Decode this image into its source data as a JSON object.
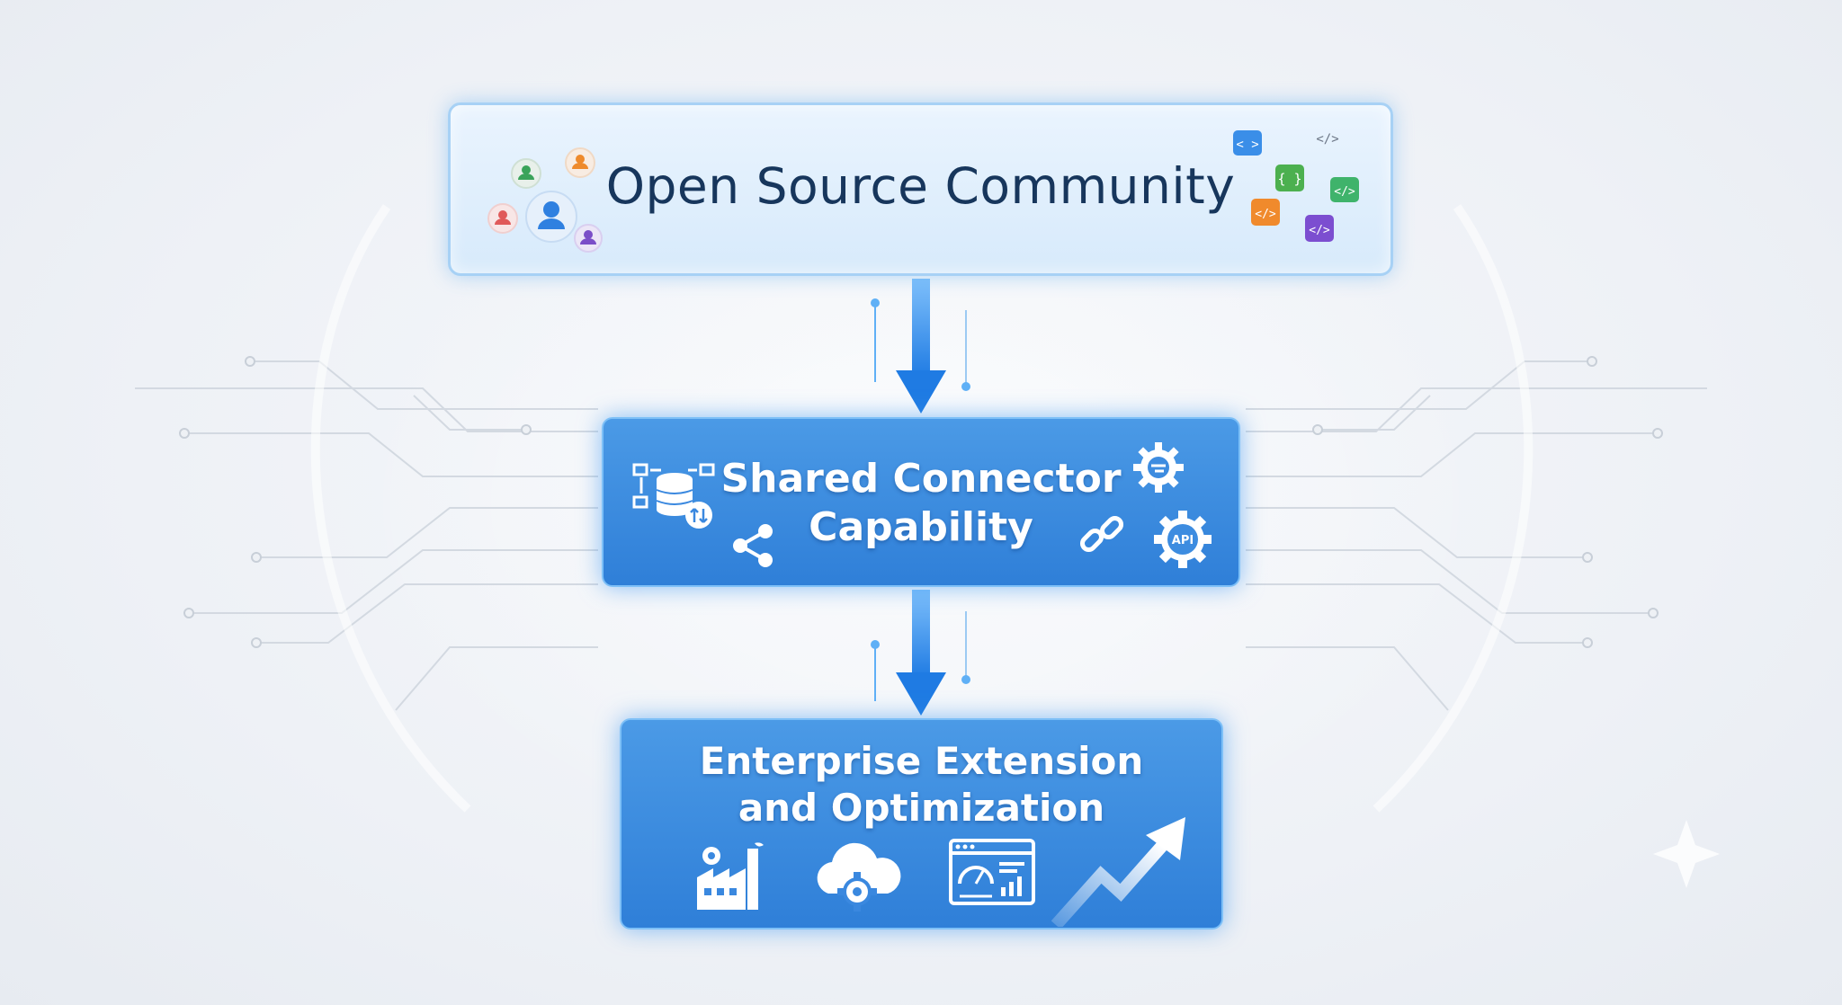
{
  "diagram": {
    "nodes": [
      {
        "id": "community",
        "label": "Open Source Community"
      },
      {
        "id": "connector",
        "label": "Shared Connector Capability"
      },
      {
        "id": "enterprise",
        "label": "Enterprise Extension and Optimization"
      }
    ],
    "edges": [
      {
        "from": "community",
        "to": "connector"
      },
      {
        "from": "connector",
        "to": "enterprise"
      }
    ]
  },
  "icons": {
    "community": [
      "users-group-icon",
      "code-brackets-icon",
      "curly-braces-icon",
      "code-tag-icon"
    ],
    "connector": [
      "database-sync-icon",
      "share-icon",
      "gear-icon",
      "link-icon",
      "api-gear-icon"
    ],
    "enterprise": [
      "factory-icon",
      "cloud-gear-icon",
      "dashboard-window-icon",
      "trend-up-arrow-icon"
    ]
  },
  "api_badge": "API",
  "colors": {
    "accent": "#2f7fd8",
    "arrow": "#1f7be3",
    "title_dark": "#17365c"
  }
}
